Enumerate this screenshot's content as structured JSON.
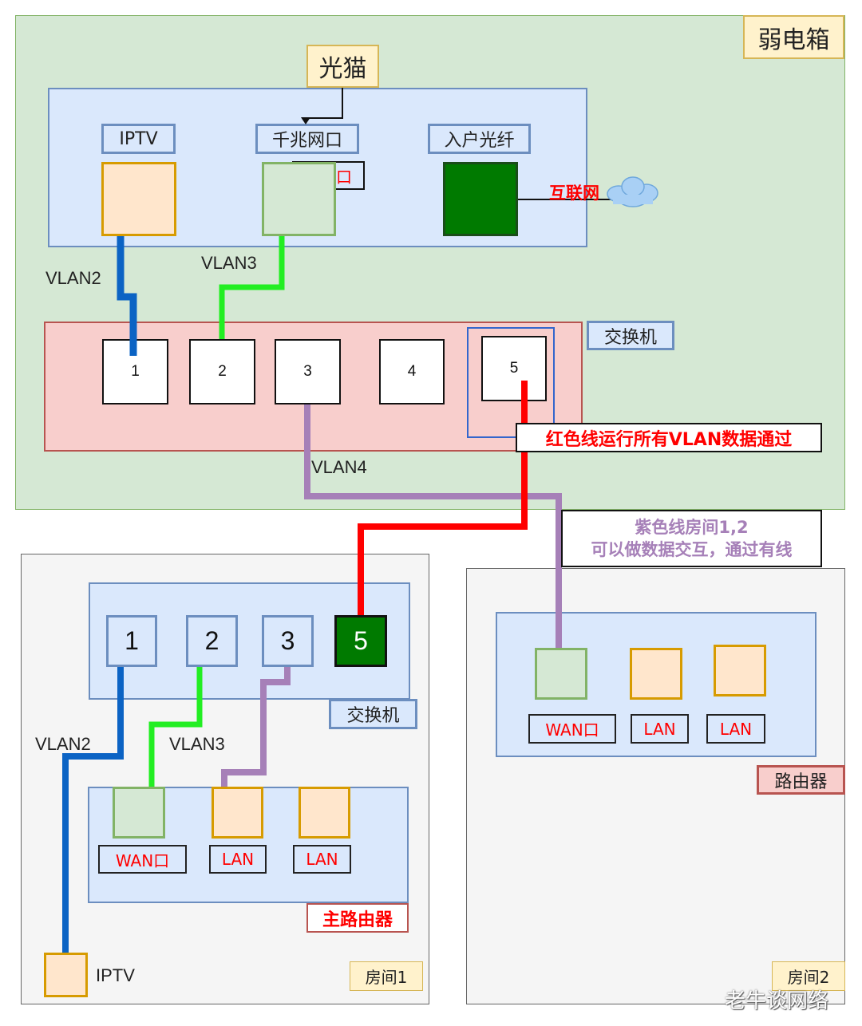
{
  "colors": {
    "weak_box_bg": "#d5e8d4",
    "weak_box_border": "#82b366",
    "panel_bg": "#dae8fc",
    "panel_border": "#6c8ebf",
    "switch_bg": "#f8cecc",
    "switch_border": "#b85450",
    "room_bg": "#f5f5f5",
    "room_border": "#666666",
    "label_bg": "#fff2cc",
    "label_border": "#d6b656",
    "orange_port": "#ffe6cc",
    "orange_border": "#d79b00",
    "green_port": "#d5e8d4",
    "green_border": "#82b366",
    "dark_green": "#007a00",
    "line_blue": "#0b63c4",
    "line_green": "#22ee22",
    "line_purple": "#a680b8",
    "line_red": "#ff0000",
    "red_text": "#ff0000",
    "purple_text": "#a680b8"
  },
  "weak_box": {
    "title": "弱电箱",
    "modem_label": "光猫",
    "port_labels": [
      "IPTV",
      "千兆网口",
      "入户光纤"
    ],
    "hidden_label_fragment": "口",
    "internet_label": "互联网",
    "switch_label": "交换机",
    "switch_ports": [
      "1",
      "2",
      "3",
      "4",
      "5"
    ],
    "vlan_labels": [
      "VLAN2",
      "VLAN3",
      "VLAN4"
    ],
    "red_note": "红色线运行所有VLAN数据通过"
  },
  "purple_note": {
    "line1": "紫色线房间1,2",
    "line2": "可以做数据交互，通过有线"
  },
  "room1": {
    "title": "房间1",
    "switch_label": "交换机",
    "switch_ports": [
      "1",
      "2",
      "3",
      "5"
    ],
    "vlan_labels": [
      "VLAN2",
      "VLAN3"
    ],
    "router_ports": [
      "WAN口",
      "LAN",
      "LAN"
    ],
    "router_label": "主路由器",
    "iptv_label": "IPTV"
  },
  "room2": {
    "title": "房间2",
    "router_ports": [
      "WAN口",
      "LAN",
      "LAN"
    ],
    "router_label": "路由器"
  },
  "watermark": "老牛谈网络"
}
